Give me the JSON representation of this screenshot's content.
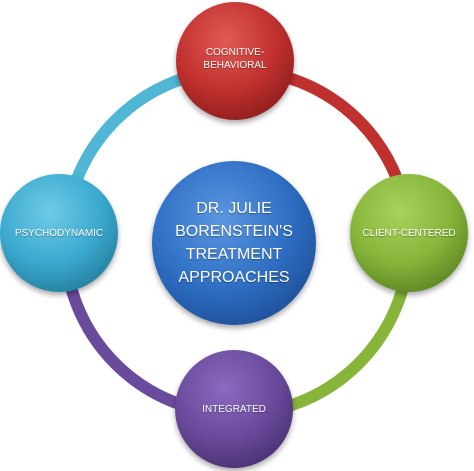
{
  "diagram": {
    "center": {
      "lines": [
        "DR. JULIE",
        "BORENSTEIN'S",
        "TREATMENT",
        "APPROACHES"
      ],
      "color": "#2f6fc4"
    },
    "nodes": {
      "top": {
        "lines": [
          "COGNITIVE-",
          "BEHAVIORAL"
        ],
        "color": "#c0302e"
      },
      "right": {
        "lines": [
          "CLIENT-CENTERED"
        ],
        "color": "#86b53a"
      },
      "bottom": {
        "lines": [
          "INTEGRATED"
        ],
        "color": "#6a4a9c"
      },
      "left": {
        "lines": [
          "PSYCHODYNAMIC"
        ],
        "color": "#3ba9cf"
      }
    },
    "ring_colors": {
      "top_left": "#4fb6d6",
      "top_right": "#c0302e",
      "bottom_right": "#86b53a",
      "bottom_left": "#6a4a9c"
    }
  }
}
